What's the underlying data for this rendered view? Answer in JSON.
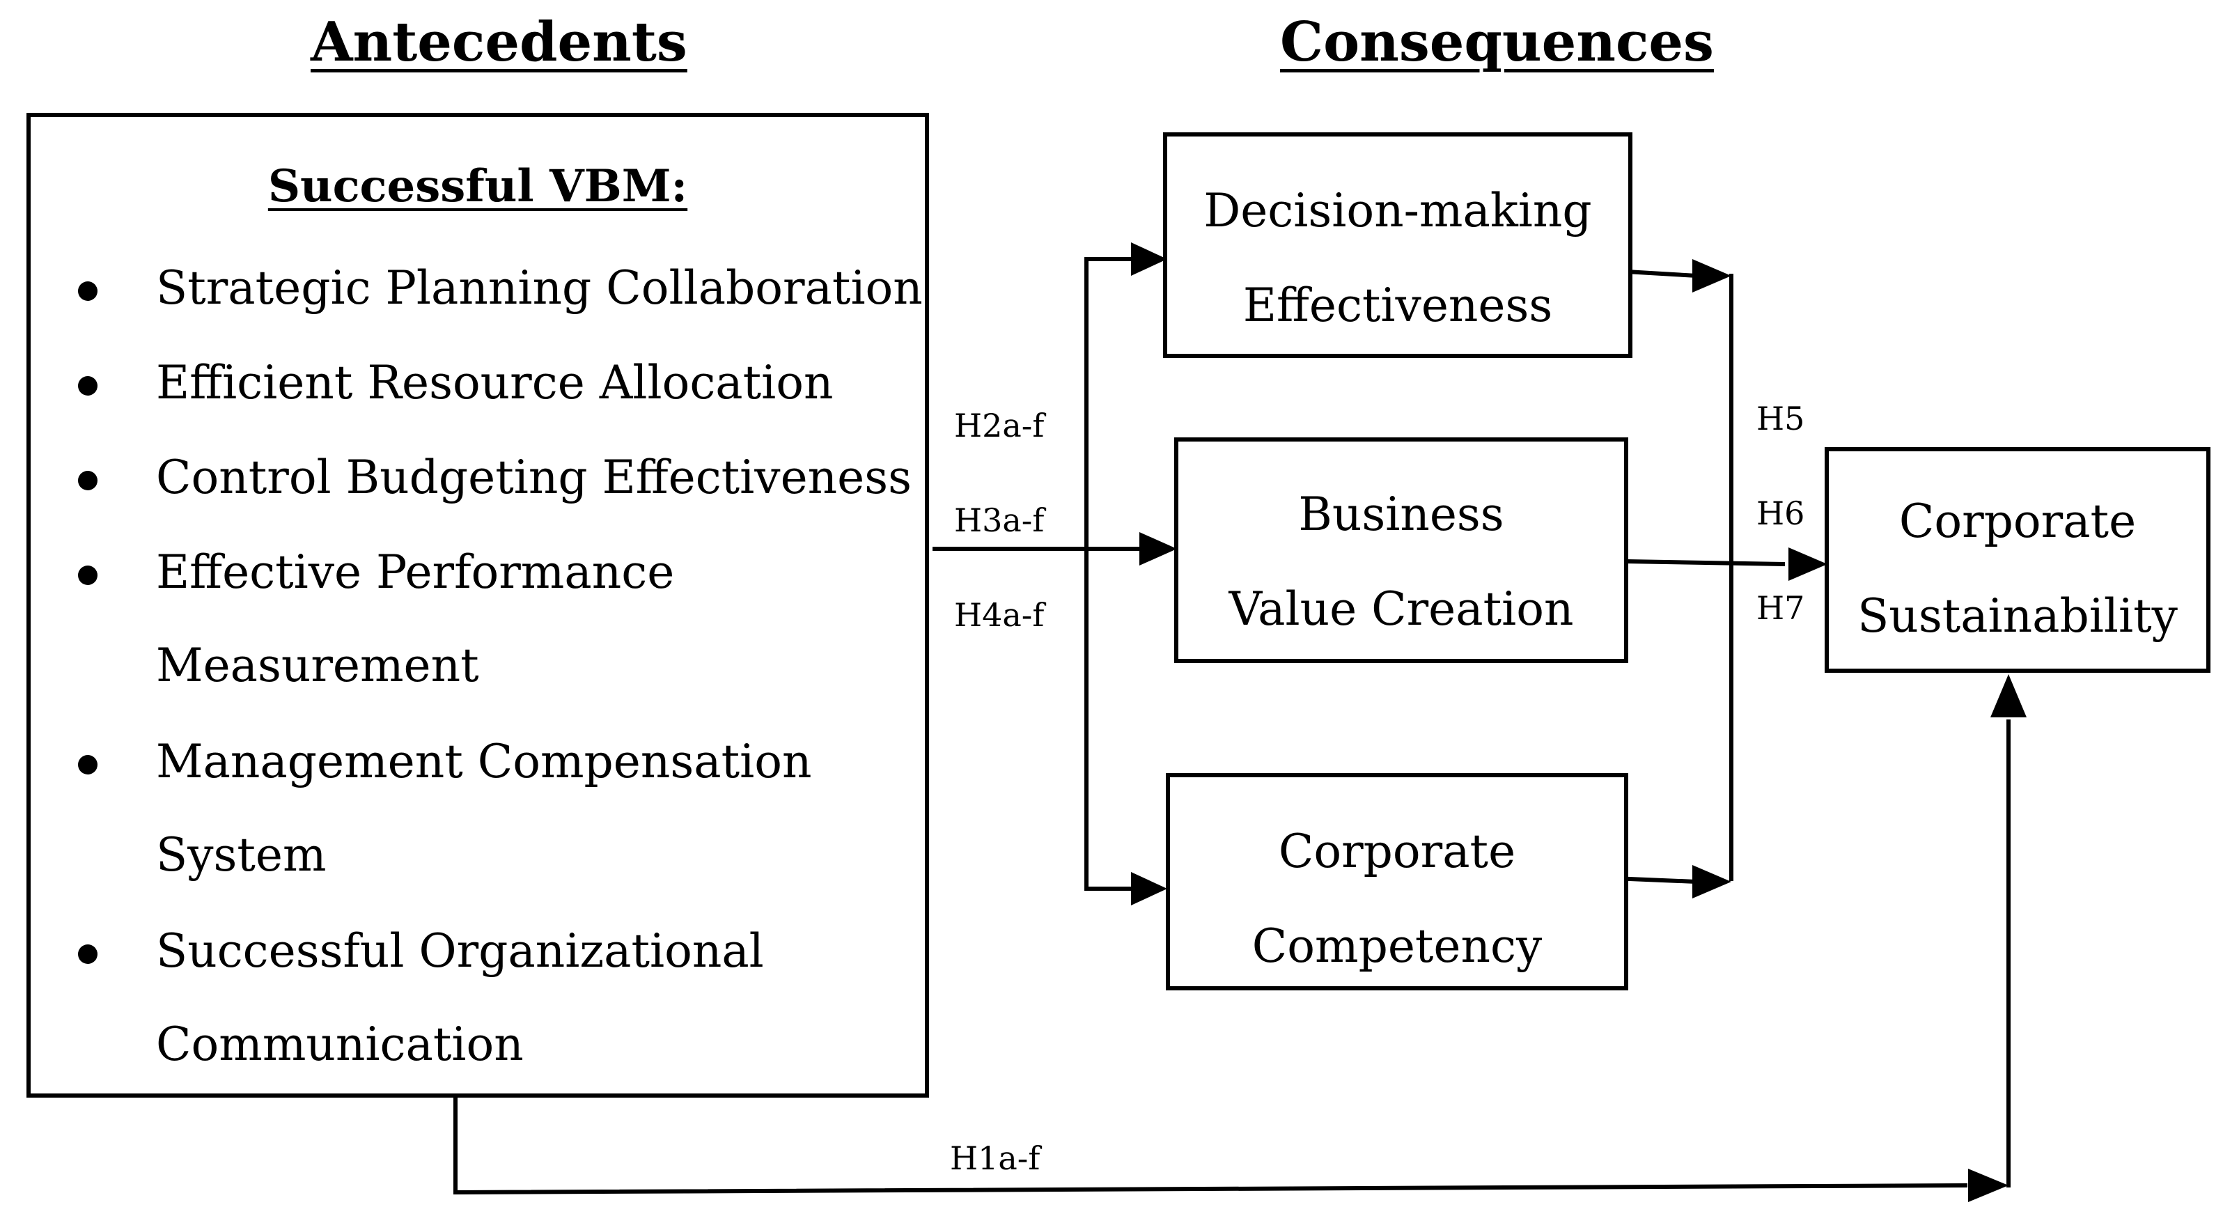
{
  "headings": {
    "antecedents": "Antecedents",
    "consequences": "Consequences"
  },
  "antecedents_box": {
    "title": "Successful VBM:",
    "items": [
      {
        "line1": "Strategic Planning Collaboration",
        "line2": ""
      },
      {
        "line1": "Efficient Resource Allocation",
        "line2": ""
      },
      {
        "line1": "Control Budgeting Effectiveness",
        "line2": ""
      },
      {
        "line1": "Effective Performance",
        "line2": "Measurement"
      },
      {
        "line1": "Management Compensation",
        "line2": "System"
      },
      {
        "line1": "Successful Organizational",
        "line2": "Communication"
      }
    ]
  },
  "consequences": [
    {
      "line1": "Decision-making",
      "line2": "Effectiveness"
    },
    {
      "line1": "Business",
      "line2": "Value Creation"
    },
    {
      "line1": "Corporate",
      "line2": "Competency"
    }
  ],
  "outcome": {
    "line1": "Corporate",
    "line2": "Sustainability"
  },
  "hypotheses": {
    "h1": "H1a-f",
    "h2": "H2a-f",
    "h3": "H3a-f",
    "h4": "H4a-f",
    "h5": "H5",
    "h6": "H6",
    "h7": "H7"
  }
}
